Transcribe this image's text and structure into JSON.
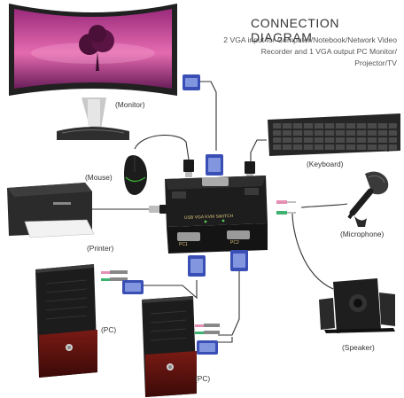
{
  "header": {
    "title": "CONNECTION DIAGRAM",
    "description": "2 VGA input for Computer/Notebook/Network Video Recorder and 1 VGA output PC Monitor/ Projector/TV"
  },
  "labels": {
    "monitor": "(Monitor)",
    "mouse": "(Mouse)",
    "keyboard": "(Keyboard)",
    "printer": "(Printer)",
    "microphone": "(Microphone)",
    "pc1": "(PC)",
    "pc2": "(PC)",
    "speaker": "(Speaker)"
  },
  "kvm": {
    "model_text": "USB VGA KVM SWITCH",
    "port_pc1": "PC1",
    "port_pc2": "PC2"
  },
  "colors": {
    "cable": "#333333",
    "vga_blue": "#3a4fb5",
    "audio_green": "#3cb371",
    "audio_pink": "#e58fb5",
    "wallpaper": "#b0307e"
  }
}
